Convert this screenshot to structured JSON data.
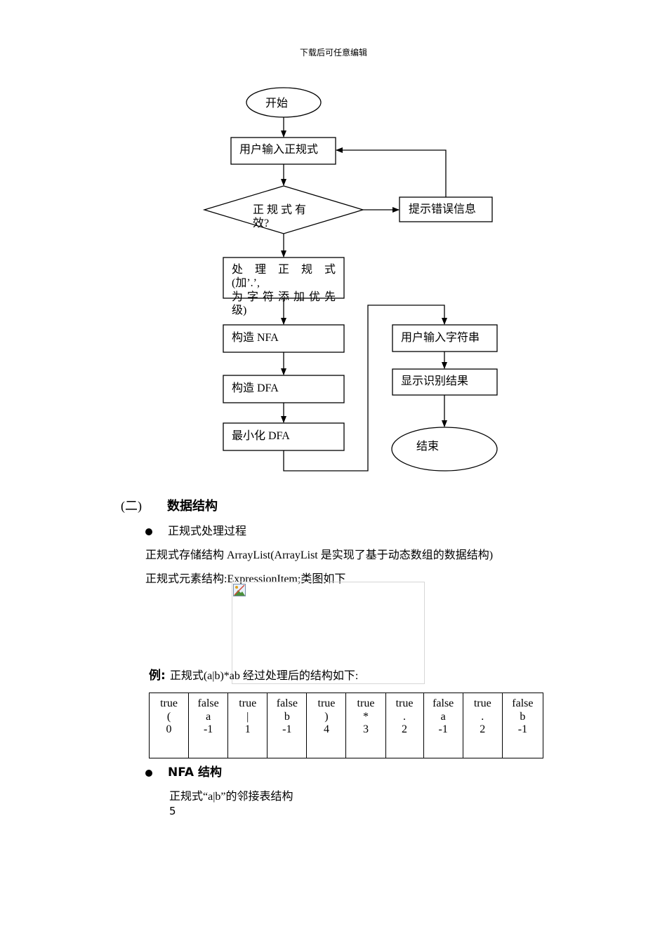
{
  "header": {
    "text": "下载后可任意编辑"
  },
  "flowchart": {
    "start": "开始",
    "input_regex": "用户输入正规式",
    "valid_q": {
      "line1": "正 规 式 有",
      "line2": "效?"
    },
    "error_msg": "提示错误信息",
    "process": {
      "line1": "处 理 正 规 式",
      "line2": "(加’.’,",
      "line3": "为 字 符 添 加 优 先",
      "line4": "级)"
    },
    "build_nfa": "构造 NFA",
    "build_dfa": "构造 DFA",
    "minimize_dfa": "最小化 DFA",
    "input_string": "用户输入字符串",
    "show_result": "显示识别结果",
    "end": "结束"
  },
  "section": {
    "number": "(二)",
    "title": "数据结构"
  },
  "bullet1": "正规式处理过程",
  "para1": "正规式存储结构 ArrayList(ArrayList 是实现了基于动态数组的数据结构)",
  "para2": "正规式元素结构:ExpressionItem;类图如下",
  "example": {
    "label": "例:",
    "text": "正规式(a|b)*ab 经过处理后的结构如下:"
  },
  "table": {
    "columns": [
      [
        "true",
        "(",
        "0"
      ],
      [
        "false",
        "a",
        "-1"
      ],
      [
        "true",
        "|",
        "1"
      ],
      [
        "false",
        "b",
        "-1"
      ],
      [
        "true",
        ")",
        "4"
      ],
      [
        "true",
        "*",
        "3"
      ],
      [
        "true",
        ".",
        "2"
      ],
      [
        "false",
        "a",
        "-1"
      ],
      [
        "true",
        ".",
        "2"
      ],
      [
        "false",
        "b",
        "-1"
      ]
    ]
  },
  "bullet2": "NFA 结构",
  "para3": "正规式“a|b”的邻接表结构",
  "page_number": "5",
  "icons": {
    "image_placeholder": "broken-image-icon"
  }
}
